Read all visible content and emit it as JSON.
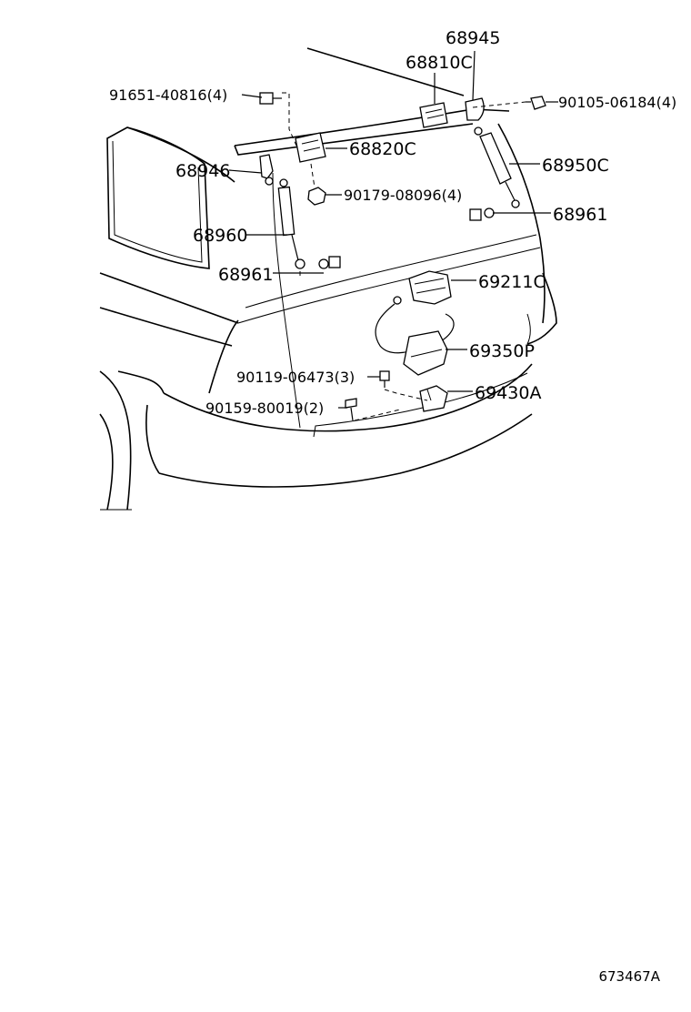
{
  "labels": {
    "p68945": "68945",
    "p68810c": "68810C",
    "p91651": "91651-40816(4)",
    "p90105": "90105-06184(4)",
    "p68820c": "68820C",
    "p68946": "68946",
    "p68950c": "68950C",
    "p90179": "90179-08096(4)",
    "p68961_right": "68961",
    "p68960": "68960",
    "p68961_left": "68961",
    "p69211c": "69211C",
    "p69350p": "69350P",
    "p90119": "90119-06473(3)",
    "p69430a": "69430A",
    "p90159": "90159-80019(2)"
  },
  "reference_code": "673467A"
}
